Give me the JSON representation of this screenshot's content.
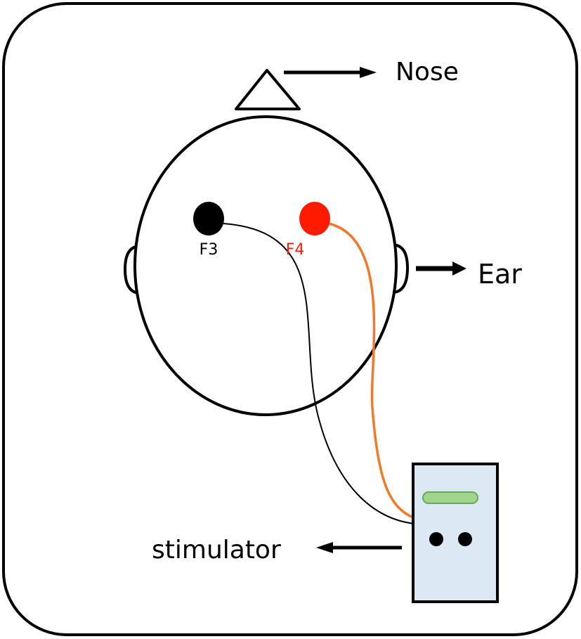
{
  "labels": {
    "nose": "Nose",
    "ear": "Ear",
    "stimulator": "stimulator",
    "electrode_left": "F3",
    "electrode_right": "F4"
  },
  "colors": {
    "outline": "#000000",
    "electrode_left": "#000000",
    "electrode_right": "#ff1a00",
    "electrode_right_label": "#ff1a00",
    "wire_left": "#000000",
    "wire_right": "#f07a2a",
    "stimulator_fill": "#dce8f4",
    "indicator_fill": "#9fd68a",
    "indicator_stroke": "#6aa85a"
  }
}
